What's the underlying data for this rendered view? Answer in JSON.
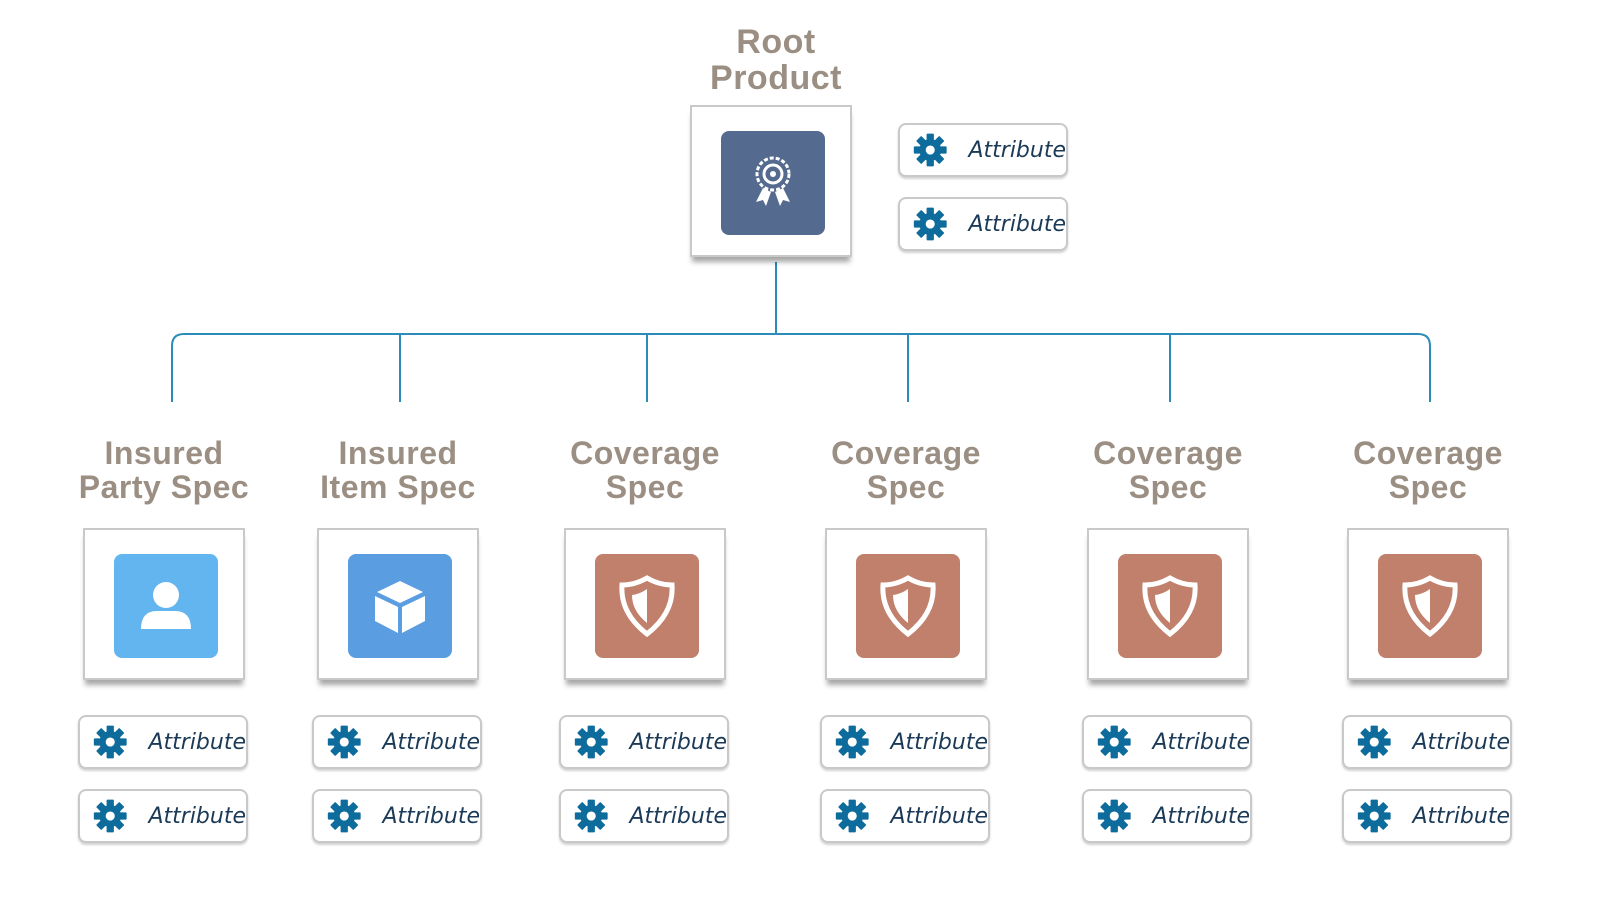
{
  "root": {
    "title": "Root\nProduct",
    "icon": "award-ribbon-icon",
    "color": "#556a8f",
    "attributes": [
      "Attribute",
      "Attribute"
    ]
  },
  "children": [
    {
      "title": "Insured\nParty Spec",
      "icon": "person-icon",
      "color": "#62b5ef",
      "attributes": [
        "Attribute",
        "Attribute"
      ]
    },
    {
      "title": "Insured\nItem Spec",
      "icon": "cube-icon",
      "color": "#5a9de0",
      "attributes": [
        "Attribute",
        "Attribute"
      ]
    },
    {
      "title": "Coverage\nSpec",
      "icon": "shield-icon",
      "color": "#c0806b",
      "attributes": [
        "Attribute",
        "Attribute"
      ]
    },
    {
      "title": "Coverage\nSpec",
      "icon": "shield-icon",
      "color": "#c0806b",
      "attributes": [
        "Attribute",
        "Attribute"
      ]
    },
    {
      "title": "Coverage\nSpec",
      "icon": "shield-icon",
      "color": "#c0806b",
      "attributes": [
        "Attribute",
        "Attribute"
      ]
    },
    {
      "title": "Coverage\nSpec",
      "icon": "shield-icon",
      "color": "#c0806b",
      "attributes": [
        "Attribute",
        "Attribute"
      ]
    }
  ],
  "colors": {
    "connector": "#2b8cb9",
    "gear": "#0e6c9c",
    "title": "#9b8f84"
  }
}
